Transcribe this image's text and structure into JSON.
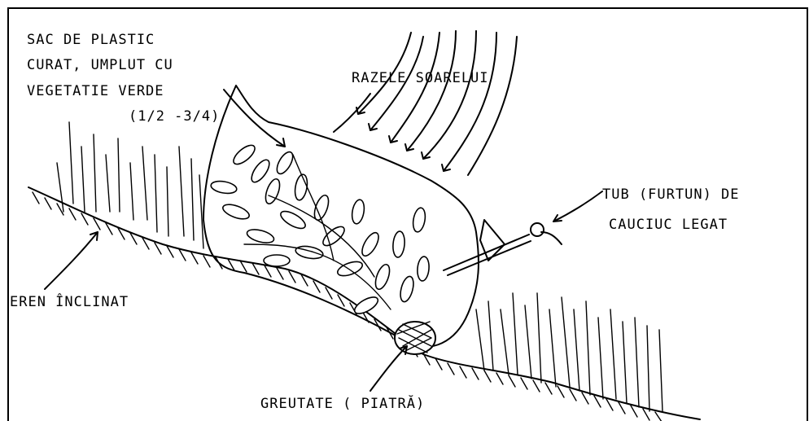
{
  "labels": {
    "bag": [
      "SAC DE PLASTIC",
      "CURAT, UMPLUT CU",
      "VEGETATIE VERDE",
      "(1/2 -3/4)"
    ],
    "sun": "RAZELE SOARELUI",
    "tube": [
      "TUB (FURTUN) DE",
      "CAUCIUC LEGAT"
    ],
    "slope": "EREN ÎNCLINAT",
    "weight": "GREUTATE ( PIATRĂ)"
  }
}
